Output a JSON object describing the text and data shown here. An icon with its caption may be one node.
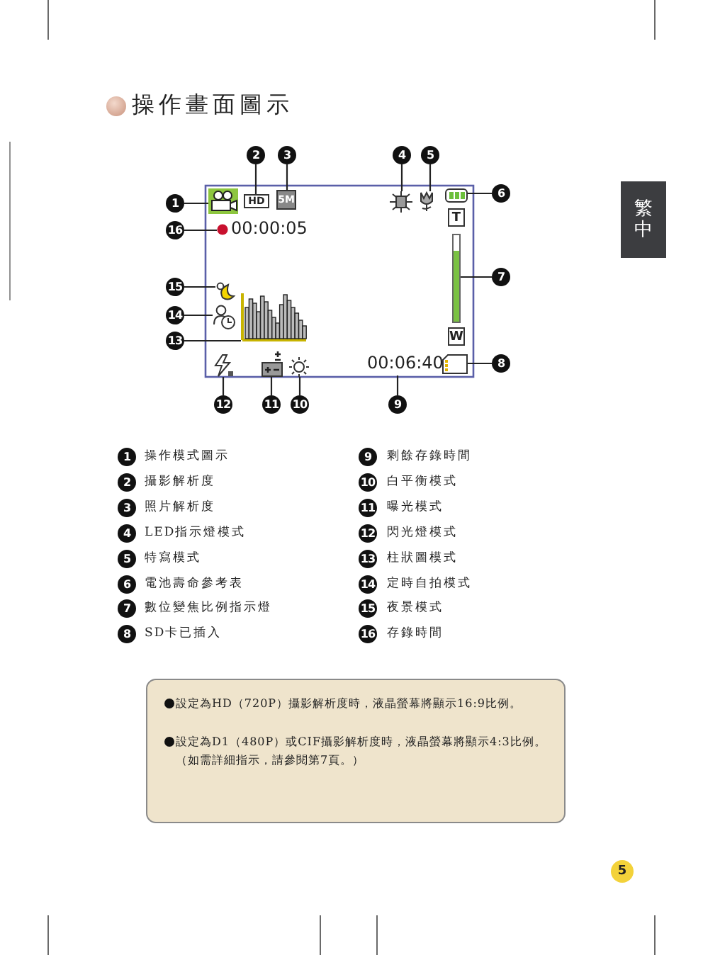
{
  "diagram": {
    "title": "操作畫面圖示",
    "nodes": [
      {
        "text": [
          "1"
        ]
      },
      {
        "text": [
          "2"
        ]
      },
      {
        "text": [
          "3"
        ]
      },
      {
        "text": [
          "4"
        ]
      },
      {
        "text": [
          "5"
        ]
      },
      {
        "text": [
          "6"
        ]
      },
      {
        "text": [
          "7"
        ]
      },
      {
        "text": [
          "8"
        ]
      },
      {
        "text": [
          "9"
        ]
      },
      {
        "text": [
          "10"
        ]
      },
      {
        "text": [
          "11"
        ]
      },
      {
        "text": [
          "12"
        ]
      },
      {
        "text": [
          "13"
        ]
      },
      {
        "text": [
          "14"
        ]
      },
      {
        "text": [
          "15"
        ]
      },
      {
        "text": [
          "16"
        ]
      },
      {
        "text": [],
        "shape": "icon"
      },
      {
        "text": [
          "HD"
        ]
      },
      {
        "text": [
          "5M"
        ]
      },
      {
        "text": [],
        "shape": "box"
      },
      {
        "text": [],
        "shape": "box"
      },
      {
        "text": [],
        "shape": "icon"
      },
      {
        "text": [],
        "shape": "bar"
      },
      {
        "text": [],
        "shape": "icon"
      },
      {
        "text": [
          "00:06:40"
        ]
      },
      {
        "text": [],
        "shape": "icon"
      },
      {
        "text": [],
        "shape": "box"
      },
      {
        "text": [],
        "shape": "icon"
      },
      {
        "text": [],
        "shape": "icon"
      },
      {
        "text": [],
        "shape": "icon"
      },
      {
        "text": [],
        "shape": "icon"
      },
      {
        "text": [],
        "shape": "circle"
      },
      {
        "text": [
          "1"
        ]
      },
      {
        "text": [
          "9"
        ]
      },
      {
        "text": [
          "2"
        ]
      },
      {
        "text": [
          "10"
        ]
      },
      {
        "text": [
          "3"
        ]
      },
      {
        "text": [
          "11"
        ]
      },
      {
        "text": [
          "4"
        ]
      },
      {
        "text": [
          "12"
        ]
      },
      {
        "text": [
          "5"
        ]
      },
      {
        "text": [
          "13"
        ]
      },
      {
        "text": [
          "6"
        ]
      },
      {
        "text": [
          "14"
        ]
      },
      {
        "text": [
          "7"
        ]
      },
      {
        "text": [
          "15"
        ]
      },
      {
        "text": [
          "8"
        ]
      },
      {
        "text": [
          "16"
        ]
      }
    ],
    "edges": [
      {
        "from": 0,
        "to": 16,
        "arrow": "none"
      },
      {
        "from": 1,
        "to": 17,
        "arrow": "none"
      },
      {
        "from": 2,
        "to": 18,
        "arrow": "none"
      },
      {
        "from": 3,
        "to": 19,
        "arrow": "none"
      },
      {
        "from": 4,
        "to": 20,
        "arrow": "none"
      },
      {
        "from": 5,
        "to": 21,
        "arrow": "none"
      },
      {
        "from": 6,
        "to": 22,
        "arrow": "none"
      },
      {
        "from": 7,
        "to": 23,
        "arrow": "none"
      },
      {
        "from": 8,
        "to": 24,
        "arrow": "none"
      },
      {
        "from": 9,
        "to": 25,
        "arrow": "none"
      },
      {
        "from": 10,
        "to": 26,
        "arrow": "none"
      },
      {
        "from": 11,
        "to": 27,
        "arrow": "none"
      },
      {
        "from": 12,
        "to": 28,
        "arrow": "none"
      },
      {
        "from": 13,
        "to": 29,
        "arrow": "none"
      },
      {
        "from": 14,
        "to": 30,
        "arrow": "none"
      },
      {
        "from": 15,
        "to": 31,
        "arrow": "none"
      }
    ],
    "labels": [
      "00:00:05",
      "T",
      "W",
      "繁中",
      "操作模式圖示",
      "剩餘存錄時間",
      "攝影解析度",
      "白平衡模式",
      "照片解析度",
      "曝光模式",
      "LED指示燈模式",
      "閃光燈模式",
      "特寫模式",
      "柱狀圖模式",
      "電池壽命參考表",
      "定時自拍模式",
      "數位變焦比例指示燈",
      "夜景模式",
      "SD卡已插入",
      "存錄時間",
      "設定為HD（720P）攝影解析度時，液晶螢幕將顯示16:9比例。",
      "設定為D1（480P）或CIF攝影解析度時，液晶螢幕將顯示4:3比例。（如需詳細指示，請參閱第7頁。）",
      "5"
    ]
  }
}
